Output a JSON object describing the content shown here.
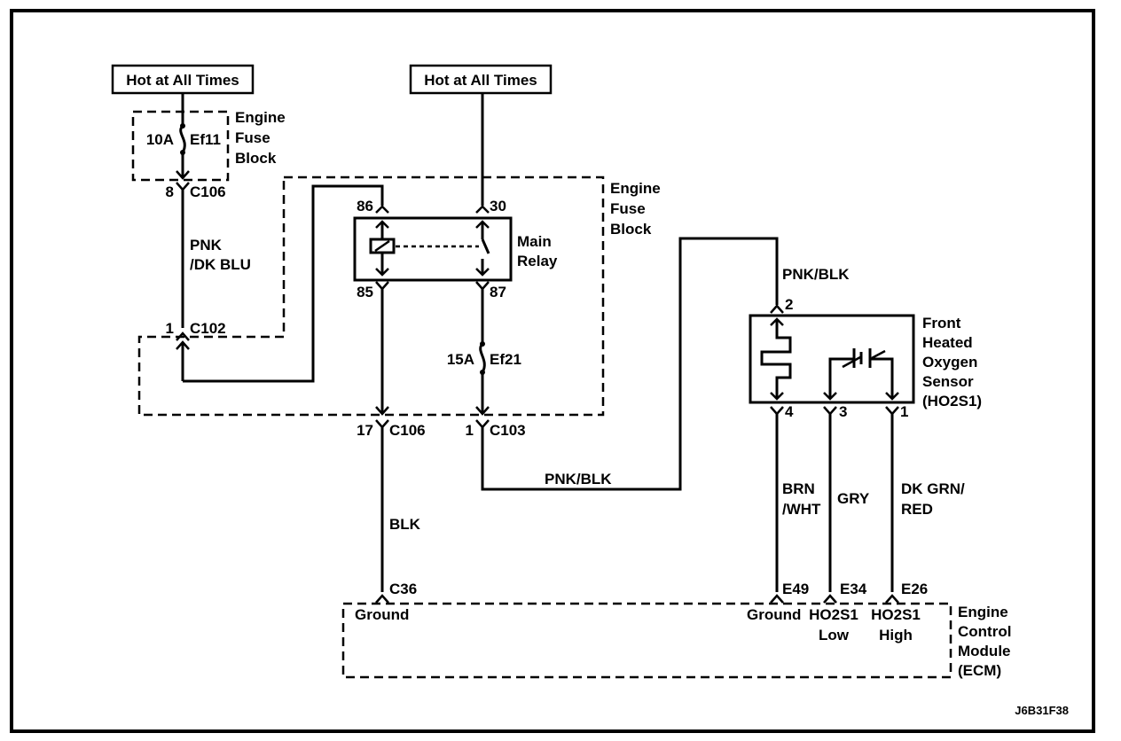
{
  "diagram": {
    "figure_id": "J6B31F38",
    "power_sources": [
      {
        "label": "Hot at All Times"
      },
      {
        "label": "Hot at All Times"
      }
    ],
    "components": {
      "fuse_block_top": {
        "label_lines": [
          "Engine",
          "Fuse",
          "Block"
        ]
      },
      "fuse_block_main": {
        "label_lines": [
          "Engine",
          "Fuse",
          "Block"
        ]
      },
      "fuse_ef11": {
        "rating": "10A",
        "name": "Ef11"
      },
      "fuse_ef21": {
        "rating": "15A",
        "name": "Ef21"
      },
      "main_relay": {
        "label_lines": [
          "Main",
          "Relay"
        ],
        "pins": {
          "p86": "86",
          "p30": "30",
          "p85": "85",
          "p87": "87"
        }
      },
      "o2_sensor": {
        "label_lines": [
          "Front",
          "Heated",
          "Oxygen",
          "Sensor",
          "(HO2S1)"
        ],
        "pins": {
          "p2": "2",
          "p4": "4",
          "p3": "3",
          "p1": "1"
        }
      },
      "ecm": {
        "label_lines": [
          "Engine",
          "Control",
          "Module",
          "(ECM)"
        ],
        "terminals": [
          {
            "pin": "C36",
            "label_lines": [
              "Ground"
            ]
          },
          {
            "pin": "E49",
            "label_lines": [
              "Ground"
            ]
          },
          {
            "pin": "E34",
            "label_lines": [
              "HO2S1",
              "Low"
            ]
          },
          {
            "pin": "E26",
            "label_lines": [
              "HO2S1",
              "High"
            ]
          }
        ]
      }
    },
    "connectors": [
      {
        "pin": "8",
        "name": "C106"
      },
      {
        "pin": "1",
        "name": "C102"
      },
      {
        "pin": "17",
        "name": "C106"
      },
      {
        "pin": "1",
        "name": "C103"
      }
    ],
    "wires": [
      {
        "color_lines": [
          "PNK",
          "/DK BLU"
        ]
      },
      {
        "color_lines": [
          "PNK/BLK"
        ]
      },
      {
        "color_lines": [
          "PNK/BLK"
        ]
      },
      {
        "color_lines": [
          "BLK"
        ]
      },
      {
        "color_lines": [
          "BRN",
          "/WHT"
        ]
      },
      {
        "color_lines": [
          "GRY"
        ]
      },
      {
        "color_lines": [
          "DK GRN/",
          "RED"
        ]
      }
    ]
  }
}
